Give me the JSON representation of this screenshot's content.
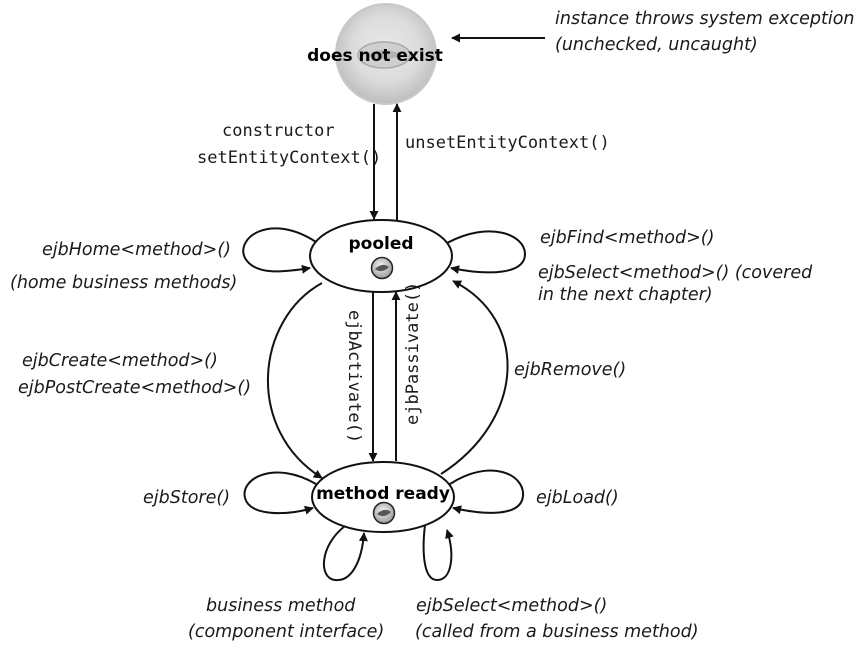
{
  "states": {
    "does_not_exist": "does not exist",
    "pooled": "pooled",
    "method_ready": "method ready"
  },
  "transitions": {
    "exception_line1": "instance throws system exception",
    "exception_line2": "(unchecked, uncaught)",
    "constructor": "constructor",
    "set_entity_context": "setEntityContext()",
    "unset_entity_context": "unsetEntityContext()",
    "ejb_home": "ejbHome<method>()",
    "ejb_home_note": "(home business methods)",
    "ejb_find": "ejbFind<method>()",
    "ejb_select_line1": "ejbSelect<method>()  (covered",
    "ejb_select_line2": "in the next chapter)",
    "ejb_create": "ejbCreate<method>()",
    "ejb_post_create": "ejbPostCreate<method>()",
    "ejb_activate": "ejbActivate()",
    "ejb_passivate": "ejbPassivate()",
    "ejb_remove": "ejbRemove()",
    "ejb_store": "ejbStore()",
    "ejb_load": "ejbLoad()",
    "business_method": "business method",
    "business_method_note": "(component interface)",
    "ejb_select_bm": "ejbSelect<method>()",
    "ejb_select_bm_note": "(called from a business method)"
  }
}
